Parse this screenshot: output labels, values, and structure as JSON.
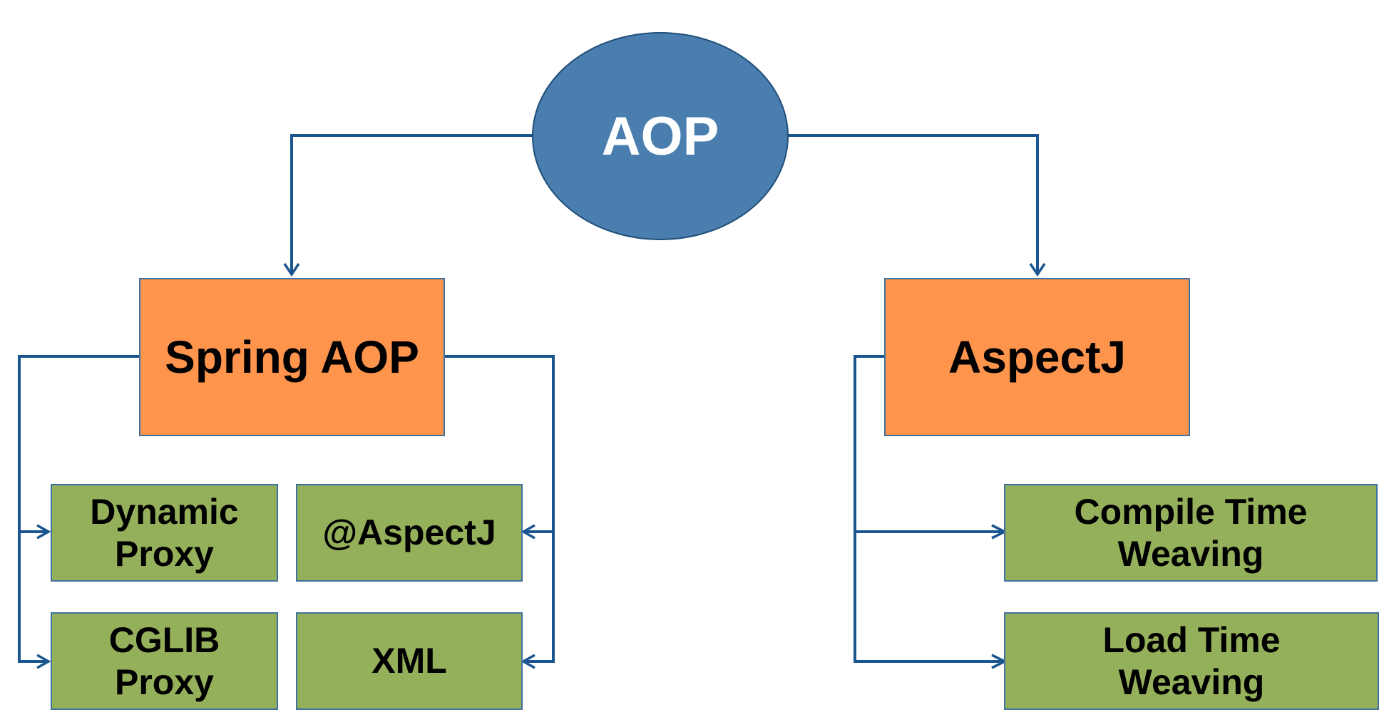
{
  "colors": {
    "root_fill": "#4a7eae",
    "category_fill": "#ff944d",
    "leaf_fill": "#95b05a",
    "connector": "#1a5590"
  },
  "root": {
    "label": "AOP"
  },
  "spring_aop": {
    "label": "Spring AOP",
    "dynamic_proxy": "Dynamic\nProxy",
    "cglib_proxy": "CGLIB\nProxy",
    "aspectj_annotation": "@AspectJ",
    "xml": "XML"
  },
  "aspectj": {
    "label": "AspectJ",
    "compile_time_weaving": "Compile Time\nWeaving",
    "load_time_weaving": "Load Time\nWeaving"
  }
}
